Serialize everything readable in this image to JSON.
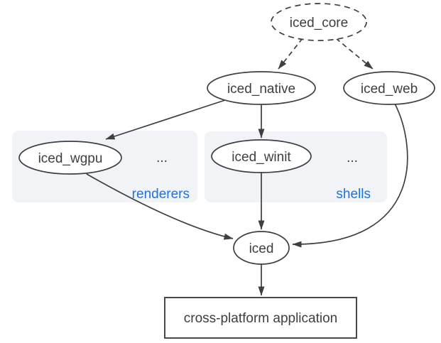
{
  "diagram": {
    "type": "dependency-graph",
    "background": "#ffffff",
    "colors": {
      "stroke": "#3c4043",
      "text": "#3c4043",
      "group_label": "#1a73e8",
      "group_fill": "#f1f3f6",
      "node_fill": "#ffffff"
    },
    "nodes": {
      "iced_core": {
        "label": "iced_core",
        "shape": "ellipse",
        "border": "dashed"
      },
      "iced_native": {
        "label": "iced_native",
        "shape": "ellipse",
        "border": "solid"
      },
      "iced_web": {
        "label": "iced_web",
        "shape": "ellipse",
        "border": "solid"
      },
      "iced_wgpu": {
        "label": "iced_wgpu",
        "shape": "ellipse",
        "border": "solid",
        "group": "renderers"
      },
      "iced_winit": {
        "label": "iced_winit",
        "shape": "ellipse",
        "border": "solid",
        "group": "shells"
      },
      "iced": {
        "label": "iced",
        "shape": "ellipse",
        "border": "solid"
      },
      "application": {
        "label": "cross-platform application",
        "shape": "rect",
        "border": "solid"
      }
    },
    "groups": {
      "renderers": {
        "label": "renderers",
        "ellipsis": "..."
      },
      "shells": {
        "label": "shells",
        "ellipsis": "..."
      }
    },
    "edges": [
      {
        "from": "iced_core",
        "to": "iced_native",
        "style": "dashed"
      },
      {
        "from": "iced_core",
        "to": "iced_web",
        "style": "dashed"
      },
      {
        "from": "iced_native",
        "to": "iced_wgpu",
        "style": "solid"
      },
      {
        "from": "iced_native",
        "to": "iced_winit",
        "style": "solid"
      },
      {
        "from": "iced_winit",
        "to": "iced",
        "style": "solid"
      },
      {
        "from": "iced_wgpu",
        "to": "iced",
        "style": "solid"
      },
      {
        "from": "iced_web",
        "to": "iced",
        "style": "solid"
      },
      {
        "from": "iced",
        "to": "application",
        "style": "solid"
      }
    ]
  }
}
